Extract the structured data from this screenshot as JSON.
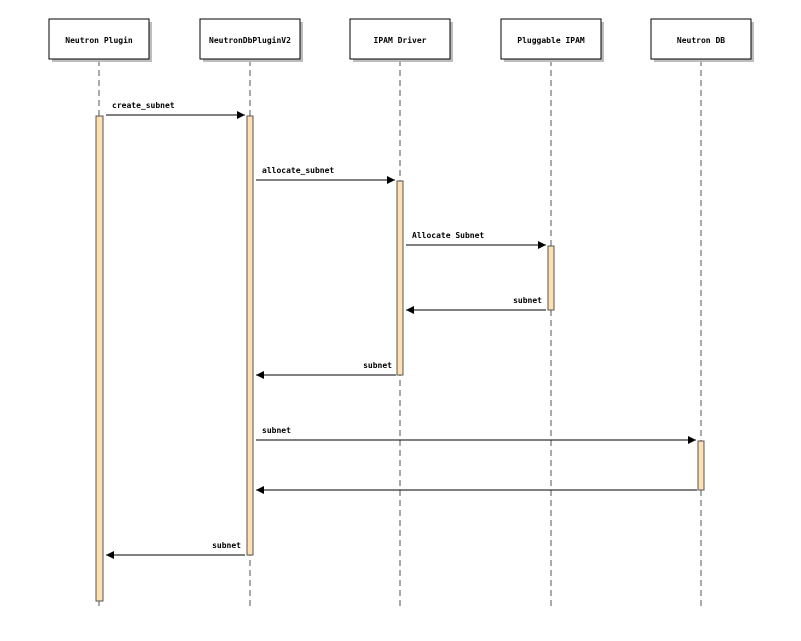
{
  "participants": [
    {
      "id": "neutron-plugin",
      "label": "Neutron Plugin"
    },
    {
      "id": "neutron-db-plugin-v2",
      "label": "NeutronDbPluginV2"
    },
    {
      "id": "ipam-driver",
      "label": "IPAM Driver"
    },
    {
      "id": "pluggable-ipam",
      "label": "Pluggable IPAM"
    },
    {
      "id": "neutron-db",
      "label": "Neutron DB"
    }
  ],
  "messages": [
    {
      "from": 0,
      "to": 1,
      "label": "create_subnet"
    },
    {
      "from": 1,
      "to": 2,
      "label": "allocate_subnet"
    },
    {
      "from": 2,
      "to": 3,
      "label": "Allocate Subnet"
    },
    {
      "from": 3,
      "to": 2,
      "label": "subnet"
    },
    {
      "from": 2,
      "to": 1,
      "label": "subnet"
    },
    {
      "from": 1,
      "to": 4,
      "label": "subnet"
    },
    {
      "from": 4,
      "to": 1,
      "label": ""
    },
    {
      "from": 1,
      "to": 0,
      "label": "subnet"
    }
  ],
  "colors": {
    "activation_fill": "#ffe0b2",
    "line": "#000000"
  }
}
